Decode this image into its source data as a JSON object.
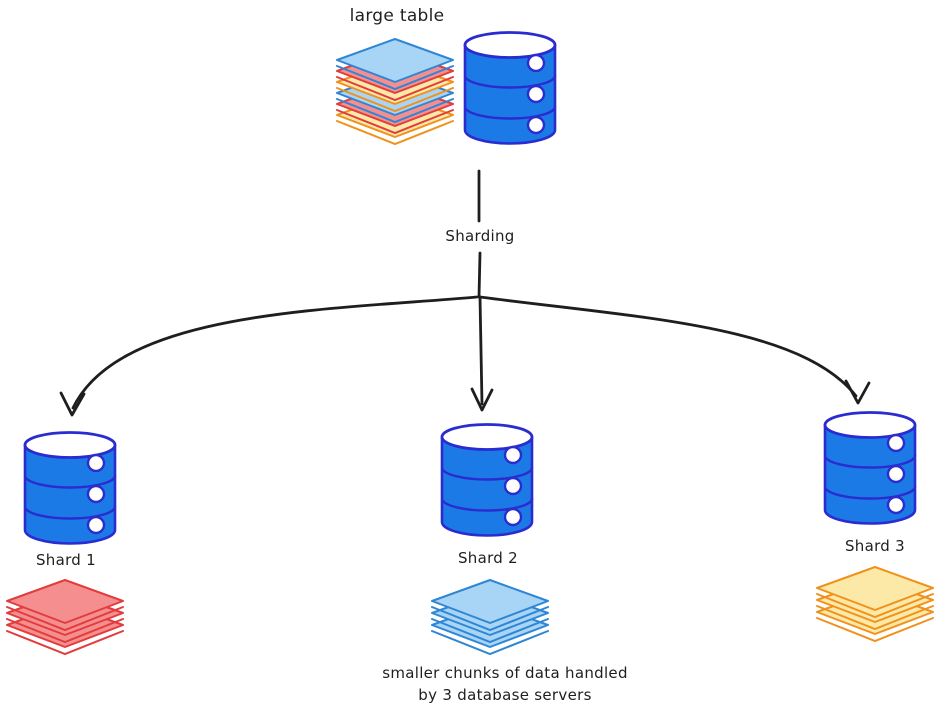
{
  "diagram": {
    "title": "large table",
    "process_label": "Sharding",
    "source": {
      "name": "large table database",
      "layer_colors_top_to_bottom": [
        "blue",
        "red",
        "yellow",
        "blue",
        "red",
        "yellow"
      ]
    },
    "shards": [
      {
        "label": "Shard 1",
        "layer_color": "red"
      },
      {
        "label": "Shard 2",
        "layer_color": "blue"
      },
      {
        "label": "Shard 3",
        "layer_color": "yellow"
      }
    ],
    "caption_line1": "smaller chunks of data handled",
    "caption_line2": "by 3 database servers"
  },
  "colors": {
    "canvas-bg": "#ffffff",
    "text": "#1f1f1f",
    "arrow": "#1e1e1e",
    "cylinder-fill": "#1c7ae6",
    "cylinder-stroke": "#2a2ccf",
    "cylinder-window": "#ffffff",
    "layer-blue-fill": "#a8d4f5",
    "layer-blue-stroke": "#2e86d4",
    "layer-red-fill": "#f58f8f",
    "layer-red-stroke": "#e23c3c",
    "layer-yellow-fill": "#fce9a8",
    "layer-yellow-stroke": "#f0911c"
  }
}
